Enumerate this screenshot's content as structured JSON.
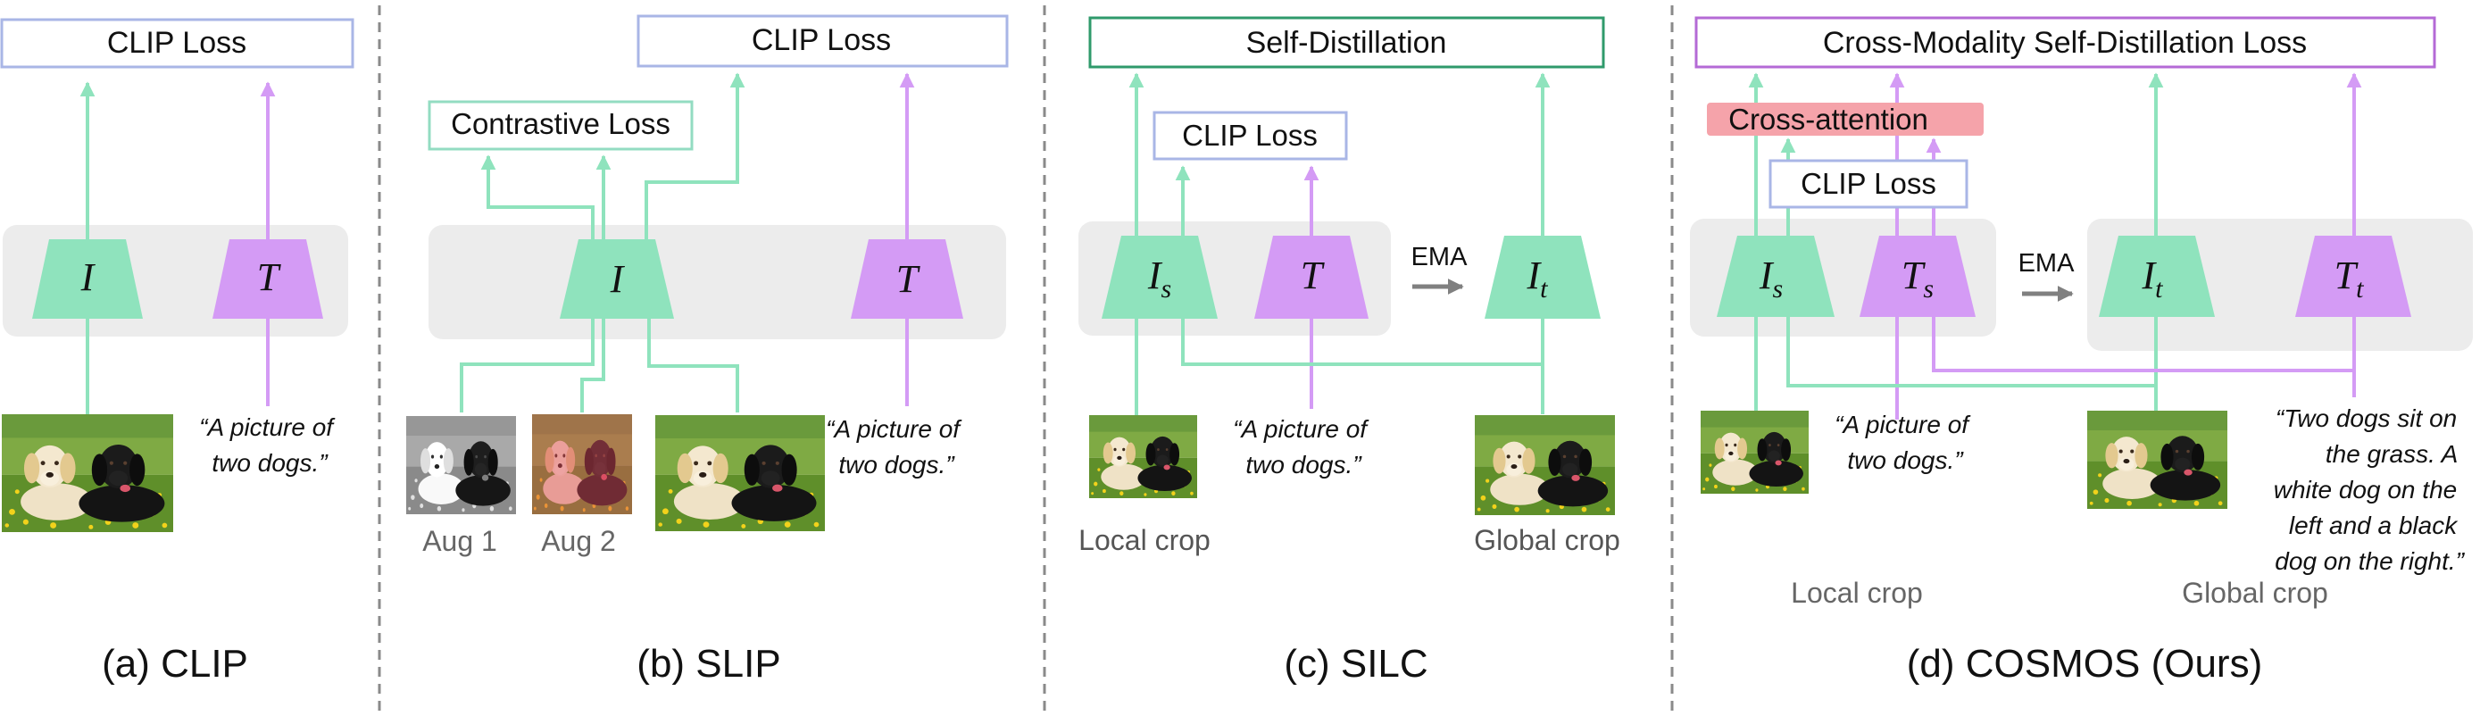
{
  "colors": {
    "green": "#8fe3bd",
    "purple": "#d49bf5",
    "gray_panel": "#ececec",
    "gray_arrow": "#808080",
    "clip_box_border": "#a9b6e6",
    "contrastive_box_border": "#93dcc2",
    "selfdistill_box_border": "#2f9a6b",
    "cosmos_box_border": "#b46ad6",
    "cross_attention_fill": "#f5a3aa",
    "divider": "#8a8a8a"
  },
  "panels": {
    "a": {
      "caption": "(a) CLIP",
      "loss_label": "CLIP Loss",
      "image_encoder": "I",
      "text_encoder": "T",
      "quote": [
        "“A picture of",
        "two dogs.”"
      ]
    },
    "b": {
      "caption": "(b) SLIP",
      "loss_label": "CLIP Loss",
      "contrastive_label": "Contrastive Loss",
      "image_encoder": "I",
      "text_encoder": "T",
      "aug1_label": "Aug 1",
      "aug2_label": "Aug 2",
      "quote": [
        "“A picture of",
        "two dogs.”"
      ]
    },
    "c": {
      "caption": "(c) SILC",
      "loss_label": "Self-Distillation",
      "clip_label": "CLIP Loss",
      "student_image_encoder": "I",
      "student_image_sub": "s",
      "text_encoder": "T",
      "teacher_image_encoder": "I",
      "teacher_image_sub": "t",
      "ema_label": "EMA",
      "local_crop_label": "Local crop",
      "global_crop_label": "Global crop",
      "quote": [
        "“A picture of",
        "two dogs.”"
      ]
    },
    "d": {
      "caption": "(d) COSMOS (Ours)",
      "loss_label": "Cross-Modality Self-Distillation Loss",
      "cross_attention_label": "Cross-attention",
      "clip_label": "CLIP Loss",
      "student_image_encoder": "I",
      "student_image_sub": "s",
      "student_text_encoder": "T",
      "student_text_sub": "s",
      "teacher_image_encoder": "I",
      "teacher_image_sub": "t",
      "teacher_text_encoder": "T",
      "teacher_text_sub": "t",
      "ema_label": "EMA",
      "local_crop_label": "Local crop",
      "global_crop_label": "Global crop",
      "short_quote": [
        "“A picture of",
        "two dogs.”"
      ],
      "long_quote": [
        "“Two dogs sit on",
        "the grass.  A",
        "white dog on the",
        "left and a black",
        "dog on the right.”"
      ]
    }
  }
}
